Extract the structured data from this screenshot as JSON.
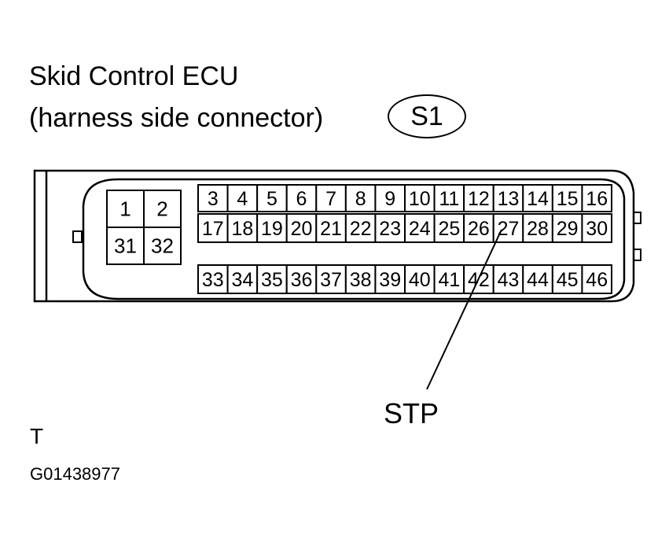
{
  "title": {
    "line1": "Skid Control ECU",
    "line2": "(harness side connector)",
    "connector_badge": "S1"
  },
  "connector": {
    "left_block": [
      "1",
      "2",
      "31",
      "32"
    ],
    "row1": [
      "3",
      "4",
      "5",
      "6",
      "7",
      "8",
      "9",
      "10",
      "11",
      "12",
      "13",
      "14",
      "15",
      "16"
    ],
    "row2": [
      "17",
      "18",
      "19",
      "20",
      "21",
      "22",
      "23",
      "24",
      "25",
      "26",
      "27",
      "28",
      "29",
      "30"
    ],
    "row3": [
      "33",
      "34",
      "35",
      "36",
      "37",
      "38",
      "39",
      "40",
      "41",
      "42",
      "43",
      "44",
      "45",
      "46"
    ]
  },
  "callout": {
    "label": "STP",
    "pin": "27"
  },
  "footer": {
    "marker": "T",
    "code": "G01438977"
  }
}
